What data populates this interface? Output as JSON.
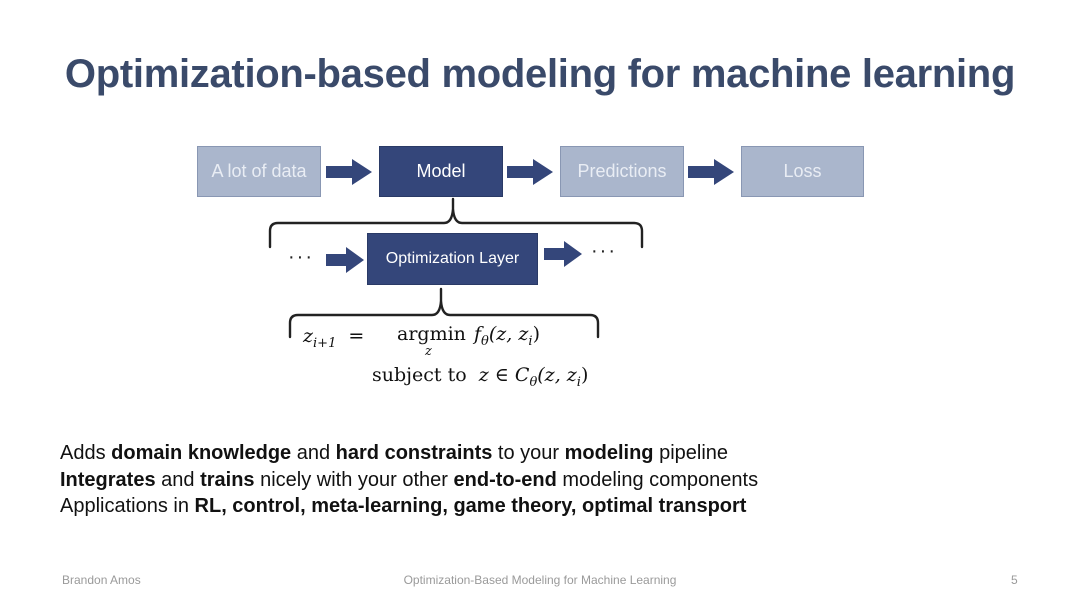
{
  "slide": {
    "title": "Optimization-based modeling for machine learning",
    "pipeline": {
      "data_label": "A lot of data",
      "model_label": "Model",
      "predictions_label": "Predictions",
      "loss_label": "Loss"
    },
    "layer": {
      "left_dots": "···",
      "label": "Optimization Layer",
      "right_dots": "···"
    },
    "equation": {
      "lhs_var": "z",
      "lhs_sub": "i+1",
      "equals": "=",
      "argmin": "argmin",
      "argmin_sub": "z",
      "objective_f": "f",
      "theta": "θ",
      "args": "(z, z",
      "args_sub": "i",
      "close": ")",
      "subject_to": "subject to",
      "constraint_lhs": "z ∈ C",
      "constraint_args": "(z, z"
    },
    "bullets": [
      [
        "Adds ",
        "domain knowledge",
        " and ",
        "hard constraints",
        " to your ",
        "modeling",
        " pipeline"
      ],
      [
        "Integrates",
        " and ",
        "trains",
        " nicely with your other ",
        "end-to-end",
        " modeling components"
      ],
      [
        "Applications in ",
        "RL, control, meta-learning, game theory, optimal transport"
      ]
    ],
    "footer": {
      "author": "Brandon Amos",
      "talk_title": "Optimization-Based Modeling for Machine Learning",
      "page_number": "5"
    },
    "colors": {
      "title": "#3a4a6a",
      "dark_box": "#34467a",
      "faded_box": "#aab6cc",
      "arrow": "#34467a"
    }
  }
}
